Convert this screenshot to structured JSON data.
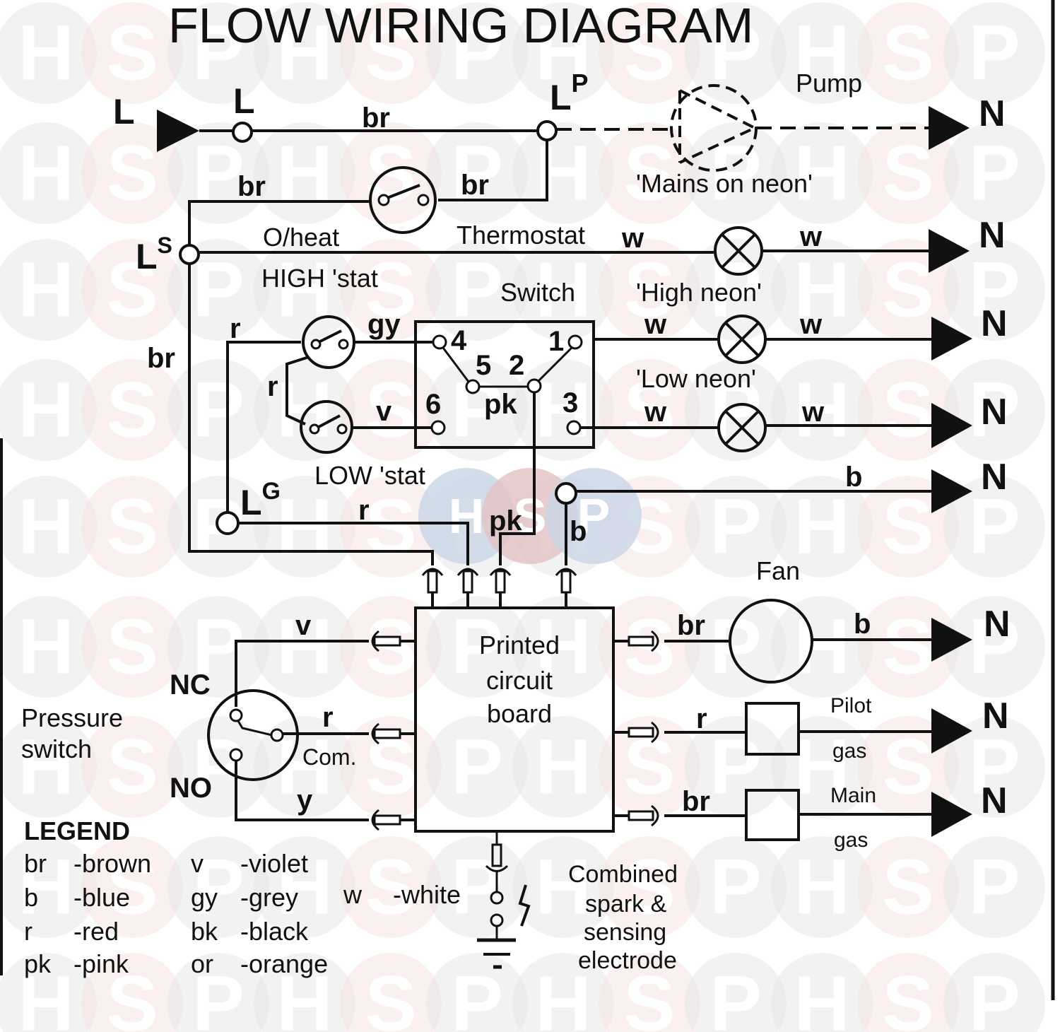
{
  "title": "FLOW WIRING DIAGRAM",
  "watermark": {
    "letters": [
      "H",
      "S",
      "P"
    ],
    "colors": {
      "grey": "#e8e8e8",
      "pink": "#f5e3e3",
      "blue": "#c9d6e6",
      "rose": "#e3c2c4"
    },
    "center_logo_letters": [
      "H",
      "S",
      "P"
    ]
  },
  "terminals": {
    "L_in": "L",
    "L": "L",
    "Lp": {
      "main": "L",
      "sup": "P"
    },
    "Ls": {
      "main": "L",
      "sup": "S"
    },
    "Lg": {
      "main": "L",
      "sup": "G"
    },
    "neutral": "N"
  },
  "components": {
    "pump": "Pump",
    "mains_neon": "'Mains on neon'",
    "overheat_top": "O/heat",
    "overheat_bottom": "Thermostat",
    "high_stat": "HIGH 'stat",
    "low_stat": "LOW 'stat",
    "switch": "Switch",
    "high_neon": "'High neon'",
    "low_neon": "'Low neon'",
    "pcb_lines": [
      "Printed",
      "circuit",
      "board"
    ],
    "fan": "Fan",
    "pilot_gas": [
      "Pilot",
      "gas"
    ],
    "main_gas": [
      "Main",
      "gas"
    ],
    "pressure_switch": [
      "Pressure",
      "switch"
    ],
    "ps_nc": "NC",
    "ps_no": "NO",
    "ps_com": "Com.",
    "electrode": [
      "Combined",
      "spark &",
      "sensing",
      "electrode"
    ]
  },
  "switch_pins": [
    "4",
    "5",
    "2",
    "1",
    "6",
    "3"
  ],
  "wire_labels": {
    "l_to_lp": "br",
    "ohs_left": "br",
    "ohs_right": "br",
    "ls_down": "br",
    "ls_to_neon": "w",
    "mains_neon_out": "w",
    "hi_stat_in": "r",
    "hi_stat_out": "gy",
    "hi_lo_link": "r",
    "lo_stat_out": "v",
    "sw_pk": "pk",
    "high_neon_in": "w",
    "high_neon_out": "w",
    "low_neon_in": "w",
    "low_neon_out": "w",
    "neutral_b": "b",
    "lg_r": "r",
    "pcb_pk": "pk",
    "pcb_b": "b",
    "ps_v": "v",
    "ps_r": "r",
    "ps_y": "y",
    "fan_in": "br",
    "fan_out": "b",
    "pilot_in": "r",
    "main_in": "br"
  },
  "legend": {
    "heading": "LEGEND",
    "entries": [
      {
        "code": "br",
        "name": "-brown"
      },
      {
        "code": "b",
        "name": "-blue"
      },
      {
        "code": "r",
        "name": "-red"
      },
      {
        "code": "pk",
        "name": "-pink"
      },
      {
        "code": "v",
        "name": "-violet"
      },
      {
        "code": "gy",
        "name": "-grey"
      },
      {
        "code": "bk",
        "name": "-black"
      },
      {
        "code": "or",
        "name": "-orange"
      },
      {
        "code": "w",
        "name": "-white"
      }
    ]
  }
}
